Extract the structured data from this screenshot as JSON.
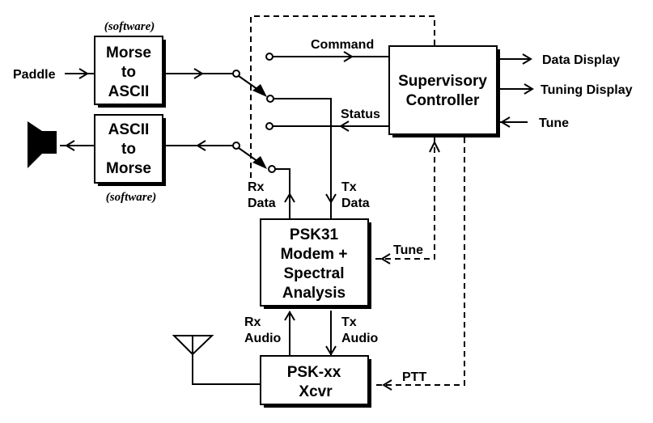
{
  "diagram": {
    "blocks": {
      "morse_to_ascii": [
        "Morse",
        "to",
        "ASCII"
      ],
      "ascii_to_morse": [
        "ASCII",
        "to",
        "Morse"
      ],
      "supervisory": [
        "Supervisory",
        "Controller"
      ],
      "psk31": [
        "PSK31",
        "Modem +",
        "Spectral",
        "Analysis"
      ],
      "xcvr": [
        "PSK-xx",
        "Xcvr"
      ]
    },
    "annotations": {
      "software_top": "(software)",
      "software_bottom": "(software)"
    },
    "signals": {
      "paddle": "Paddle",
      "command": "Command",
      "status": "Status",
      "rx_data": [
        "Rx",
        "Data"
      ],
      "tx_data": [
        "Tx",
        "Data"
      ],
      "data_display": "Data Display",
      "tuning_display": "Tuning Display",
      "tune_in": "Tune",
      "tune_modem": "Tune",
      "rx_audio": [
        "Rx",
        "Audio"
      ],
      "tx_audio": [
        "Tx",
        "Audio"
      ],
      "ptt": "PTT"
    },
    "icons": [
      "speaker-icon",
      "antenna-icon",
      "switch-icon"
    ]
  }
}
